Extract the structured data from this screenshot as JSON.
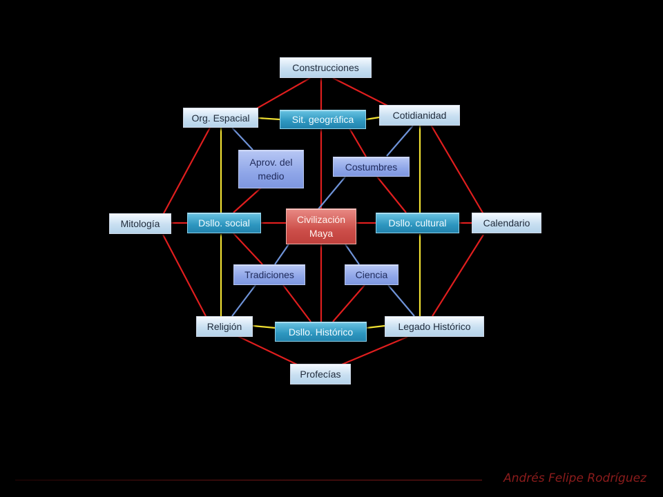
{
  "diagram": {
    "nodes": {
      "construcciones": "Construcciones",
      "org_espacial": "Org. Espacial",
      "sit_geografica": "Sit. geográfica",
      "cotidianidad": "Cotidianidad",
      "aprov_medio": "Aprov. del medio",
      "costumbres": "Costumbres",
      "mitologia": "Mitología",
      "dsllo_social": "Dsllo. social",
      "civilizacion_maya": "Civilización Maya",
      "dsllo_cultural": "Dsllo. cultural",
      "calendario": "Calendario",
      "tradiciones": "Tradiciones",
      "ciencia": "Ciencia",
      "religion": "Religión",
      "dsllo_historico": "Dsllo. Histórico",
      "legado_historico": "Legado Histórico",
      "profecias": "Profecías"
    },
    "colors": {
      "background": "#000000",
      "red_connector": "#e01e1e",
      "yellow_connector": "#f2e233",
      "blue_connector": "#6f93d8",
      "center_node": "#cd4f4a",
      "teal_node": "#2d96bf",
      "lavender_node": "#8fa6e8",
      "light_node": "#c8dff1"
    }
  },
  "footer": {
    "author": "Andrés Felipe Rodríguez",
    "accent_color": "#8c1c1c"
  }
}
